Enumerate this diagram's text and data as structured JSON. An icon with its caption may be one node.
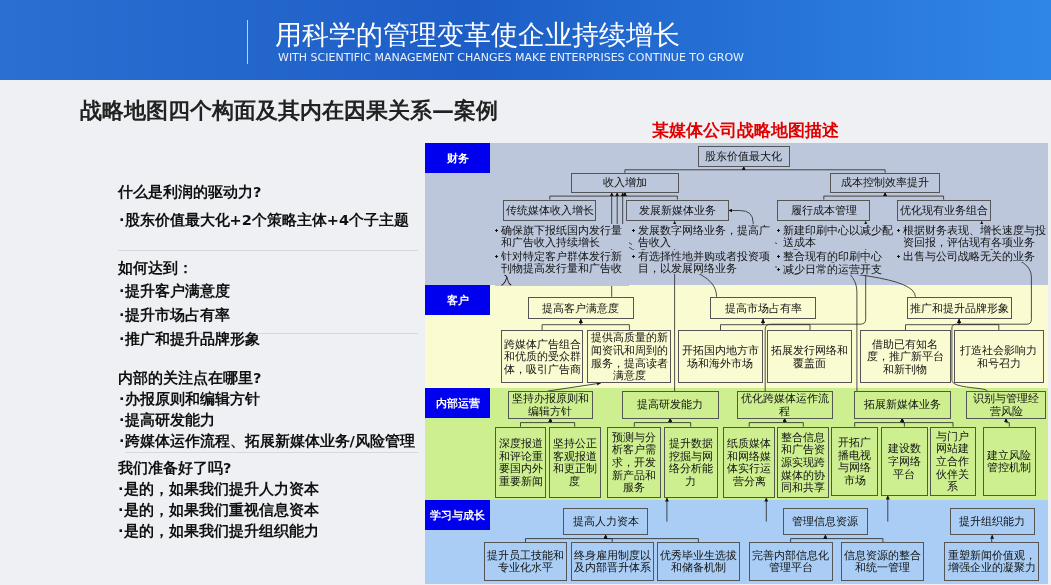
{
  "diagram": {
    "title": "战略地图四个构面及其内在因果关系—案例",
    "nodes": [
      {
        "text": [
          "财务"
        ]
      },
      {
        "text": [
          "股东价值最大化"
        ],
        "in": 0
      },
      {
        "text": [
          "收入增加"
        ],
        "in": 0
      },
      {
        "text": [
          "成本控制效率提升"
        ],
        "in": 0
      },
      {
        "text": [
          "传统媒体收入增长"
        ],
        "in": 0,
        "beside": [
          "确保旗下报纸国内发行量和广告收入持续增长",
          "针对特定客户群体发行新刊物提高发行量和广告收入"
        ]
      },
      {
        "text": [
          "发展新媒体业务"
        ],
        "in": 0,
        "beside": [
          "发展数字网络业务，提高广告收入",
          "有选择性地并购或者投资项目，以发展网络业务"
        ]
      },
      {
        "text": [
          "履行成本管理"
        ],
        "in": 0,
        "beside": [
          "新建印刷中心以减少配送成本",
          "整合现有的印刷中心",
          "减少日常的运营开支"
        ]
      },
      {
        "text": [
          "优化现有业务组合"
        ],
        "in": 0,
        "beside": [
          "根据财务表现、增长速度与投资回报，评估现有各项业务",
          "出售与公司战略无关的业务"
        ]
      },
      {
        "text": [
          "客户"
        ]
      },
      {
        "text": [
          "提高客户满意度"
        ],
        "in": 8
      },
      {
        "text": [
          "提高市场占有率"
        ],
        "in": 8
      },
      {
        "text": [
          "推广和提升品牌形象"
        ],
        "in": 8
      },
      {
        "text": [
          "跨媒体广告组合和优质的受众群体，吸引广告商"
        ],
        "in": 8
      },
      {
        "text": [
          "提供高质量的新闻资讯和周到的服务，提高读者满意度"
        ],
        "in": 8
      },
      {
        "text": [
          "开拓国内地方市场和海外市场"
        ],
        "in": 8
      },
      {
        "text": [
          "拓展发行网络和覆盖面"
        ],
        "in": 8
      },
      {
        "text": [
          "借助已有知名度，推广新平台和新刊物"
        ],
        "in": 8
      },
      {
        "text": [
          "打造社会影响力和号召力"
        ],
        "in": 8
      },
      {
        "text": [
          "内部运营"
        ]
      },
      {
        "text": [
          "坚持办报原则和编辑方针"
        ],
        "in": 18
      },
      {
        "text": [
          "提高研发能力"
        ],
        "in": 18
      },
      {
        "text": [
          "优化跨媒体运作流程"
        ],
        "in": 18
      },
      {
        "text": [
          "拓展新媒体业务"
        ],
        "in": 18
      },
      {
        "text": [
          "识别与管理经营风险"
        ],
        "in": 18
      },
      {
        "text": [
          "深度报道和评论重要国内外重要新闻"
        ],
        "in": 18
      },
      {
        "text": [
          "坚持公正客观报道和更正制度"
        ],
        "in": 18
      },
      {
        "text": [
          "预测与分析客户需求，开发新产品和服务"
        ],
        "in": 18
      },
      {
        "text": [
          "提升数据挖掘与网络分析能力"
        ],
        "in": 18
      },
      {
        "text": [
          "纸质媒体和网络媒体实行运营分离"
        ],
        "in": 18
      },
      {
        "text": [
          "整合信息和广告资源实现跨媒体的协同和共享"
        ],
        "in": 18
      },
      {
        "text": [
          "开拓广播电视与网络市场"
        ],
        "in": 18
      },
      {
        "text": [
          "建设数字网络平台"
        ],
        "in": 18
      },
      {
        "text": [
          "与门户网站建立合作伙伴关系"
        ],
        "in": 18
      },
      {
        "text": [
          "建立风险管控机制"
        ],
        "in": 18
      },
      {
        "text": [
          "学习与成长"
        ]
      },
      {
        "text": [
          "提高人力资本"
        ],
        "in": 34
      },
      {
        "text": [
          "管理信息资源"
        ],
        "in": 34
      },
      {
        "text": [
          "提升组织能力"
        ],
        "in": 34
      },
      {
        "text": [
          "提升员工技能和专业化水平"
        ],
        "in": 34
      },
      {
        "text": [
          "终身雇用制度以及内部晋升体系"
        ],
        "in": 34
      },
      {
        "text": [
          "优秀毕业生选拔和储备机制"
        ],
        "in": 34
      },
      {
        "text": [
          "完善内部信息化管理平台"
        ],
        "in": 34
      },
      {
        "text": [
          "信息资源的整合和统一管理"
        ],
        "in": 34
      },
      {
        "text": [
          "重塑新闻价值观，增强企业的凝聚力"
        ],
        "in": 34
      }
    ],
    "edges": [
      {
        "from": 2,
        "to": 1,
        "arrow": "to"
      },
      {
        "from": 3,
        "to": 1,
        "arrow": "to"
      },
      {
        "from": 4,
        "to": 2,
        "arrow": "to"
      },
      {
        "from": 5,
        "to": 2,
        "arrow": "to"
      },
      {
        "from": 6,
        "to": 3,
        "arrow": "to"
      },
      {
        "from": 7,
        "to": 3,
        "arrow": "to"
      },
      {
        "from": 12,
        "to": 9,
        "arrow": "to"
      },
      {
        "from": 13,
        "to": 9,
        "arrow": "to"
      },
      {
        "from": 14,
        "to": 10,
        "arrow": "to"
      },
      {
        "from": 15,
        "to": 10,
        "arrow": "to"
      },
      {
        "from": 16,
        "to": 11,
        "arrow": "to"
      },
      {
        "from": 17,
        "to": 11,
        "arrow": "to"
      },
      {
        "from": 24,
        "to": 19,
        "arrow": "to"
      },
      {
        "from": 25,
        "to": 19,
        "arrow": "to"
      },
      {
        "from": 26,
        "to": 20,
        "arrow": "to"
      },
      {
        "from": 27,
        "to": 20,
        "arrow": "to"
      },
      {
        "from": 28,
        "to": 21,
        "arrow": "to"
      },
      {
        "from": 29,
        "to": 21,
        "arrow": "to"
      },
      {
        "from": 30,
        "to": 22,
        "arrow": "to"
      },
      {
        "from": 31,
        "to": 22,
        "arrow": "to"
      },
      {
        "from": 32,
        "to": 22,
        "arrow": "to"
      },
      {
        "from": 33,
        "to": 23,
        "arrow": "to"
      },
      {
        "from": 38,
        "to": 35,
        "arrow": "to"
      },
      {
        "from": 39,
        "to": 35,
        "arrow": "to"
      },
      {
        "from": 40,
        "to": 35,
        "arrow": "to"
      },
      {
        "from": 41,
        "to": 36,
        "arrow": "to"
      },
      {
        "from": 42,
        "to": 36,
        "arrow": "to"
      },
      {
        "from": 43,
        "to": 37,
        "arrow": "to"
      },
      {
        "from": 9,
        "to": 2,
        "arrow": "to"
      },
      {
        "from": 10,
        "to": 2,
        "arrow": "to"
      },
      {
        "from": 11,
        "to": 2,
        "arrow": "to"
      },
      {
        "from": 19,
        "to": 13,
        "arrow": "to"
      },
      {
        "from": 20,
        "to": 5,
        "arrow": "to"
      },
      {
        "from": 21,
        "to": 6,
        "arrow": "to"
      },
      {
        "from": 22,
        "to": 5,
        "arrow": "to"
      },
      {
        "from": 23,
        "to": 7,
        "arrow": "to"
      },
      {
        "from": null,
        "to": 27,
        "arrow": "to"
      },
      {
        "from": null,
        "to": 28,
        "arrow": "to"
      },
      {
        "from": null,
        "to": 31,
        "arrow": "to"
      }
    ],
    "labels": [
      "用科学的管理变革使企业持续增长",
      "WITH SCIENTIFIC MANAGEMENT CHANGES MAKE ENTERPRISES CONTINUE TO GROW",
      "某媒体公司战略地图描述",
      "什么是利润的驱动力?",
      "·股东价值最大化+2个策略主体+4个子主题",
      "如何达到：",
      "·提升客户满意度",
      "·提升市场占有率",
      "·推广和提升品牌形象",
      "内部的关注点在哪里?",
      "·办报原则和编辑方针",
      "·提高研发能力",
      "·跨媒体运作流程、拓展新媒体业务/风险管理",
      "我们准备好了吗?",
      "·是的，如果我们提升人力资本",
      "·是的，如果我们重视信息资本",
      "·是的，如果我们提升组织能力"
    ]
  }
}
